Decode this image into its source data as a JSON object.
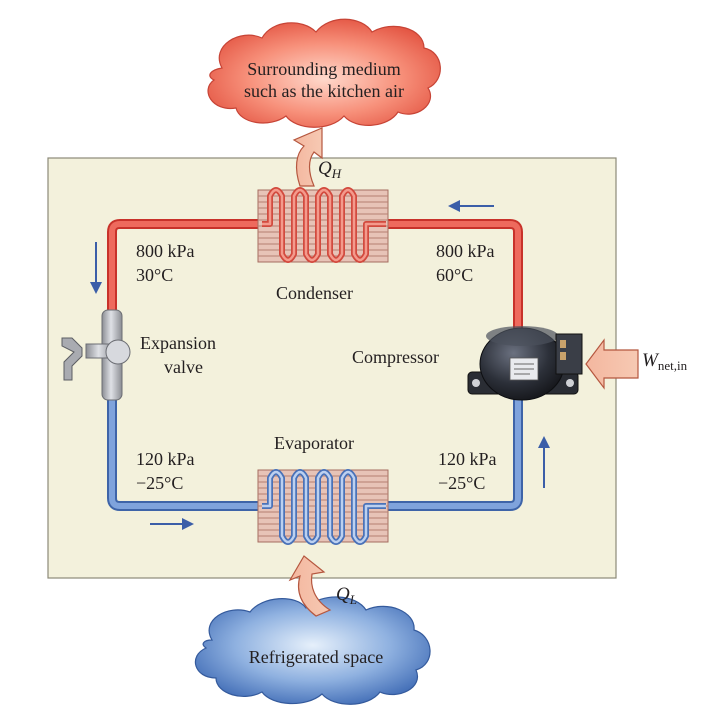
{
  "clouds": {
    "top_line1": "Surrounding medium",
    "top_line2": "such as the kitchen air",
    "bottom": "Refrigerated space"
  },
  "heat": {
    "qh_main": "Q",
    "qh_sub": "H",
    "ql_main": "Q",
    "ql_sub": "L",
    "w_main": "W",
    "w_sub": "net,in"
  },
  "components": {
    "condenser": "Condenser",
    "evaporator": "Evaporator",
    "compressor": "Compressor",
    "expansion_line1": "Expansion",
    "expansion_line2": "valve"
  },
  "states": {
    "top_left": {
      "pressure": "800 kPa",
      "temperature": "30°C"
    },
    "top_right": {
      "pressure": "800 kPa",
      "temperature": "60°C"
    },
    "bottom_left": {
      "pressure": "120 kPa",
      "temperature": "−25°C"
    },
    "bottom_right": {
      "pressure": "120 kPa",
      "temperature": "−25°C"
    }
  },
  "colors": {
    "panel": "#f3f1dc",
    "hot_line": "#e8493f",
    "cold_line": "#5b83c6",
    "arrow": "#3b5ea8",
    "coil": "#d9a99a"
  }
}
